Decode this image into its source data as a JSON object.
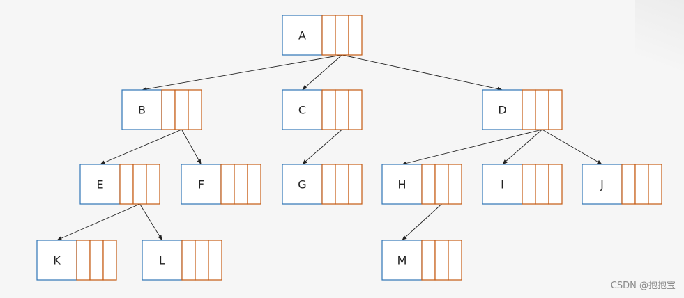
{
  "diagram": {
    "nodes": [
      {
        "id": "A",
        "label": "A"
      },
      {
        "id": "B",
        "label": "B"
      },
      {
        "id": "C",
        "label": "C"
      },
      {
        "id": "D",
        "label": "D"
      },
      {
        "id": "E",
        "label": "E"
      },
      {
        "id": "F",
        "label": "F"
      },
      {
        "id": "G",
        "label": "G"
      },
      {
        "id": "H",
        "label": "H"
      },
      {
        "id": "I",
        "label": "I"
      },
      {
        "id": "J",
        "label": "J"
      },
      {
        "id": "K",
        "label": "K"
      },
      {
        "id": "L",
        "label": "L"
      },
      {
        "id": "M",
        "label": "M"
      }
    ],
    "edges": [
      [
        "A",
        "B"
      ],
      [
        "A",
        "C"
      ],
      [
        "A",
        "D"
      ],
      [
        "B",
        "E"
      ],
      [
        "B",
        "F"
      ],
      [
        "C",
        "G"
      ],
      [
        "D",
        "H"
      ],
      [
        "D",
        "I"
      ],
      [
        "D",
        "J"
      ],
      [
        "E",
        "K"
      ],
      [
        "E",
        "L"
      ],
      [
        "H",
        "M"
      ]
    ],
    "pointer_slots_per_node": 3,
    "colors": {
      "data_box_border": "#2e75b6",
      "pointer_box_border": "#c55a11",
      "edge": "#222222",
      "background": "#f6f6f6"
    }
  },
  "watermark": "CSDN @抱抱宝"
}
